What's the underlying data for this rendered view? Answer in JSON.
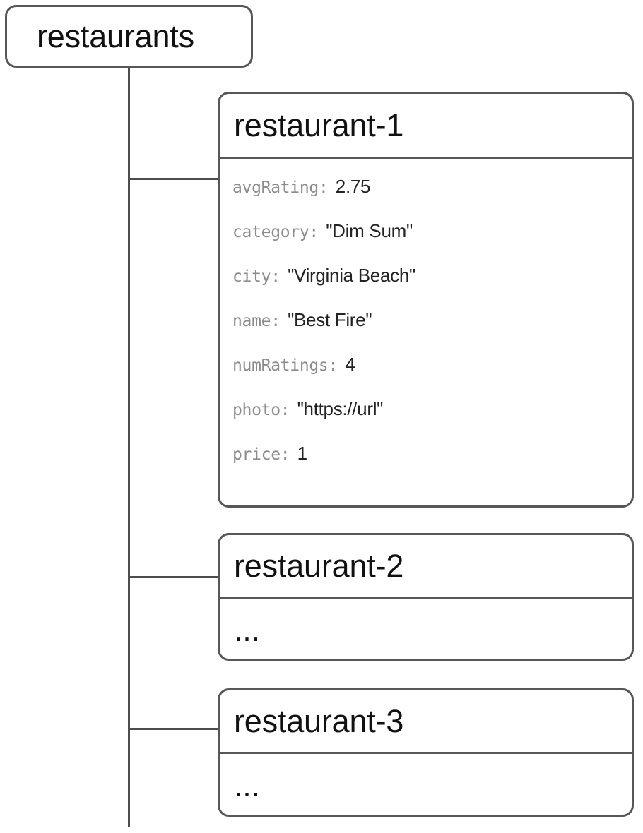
{
  "diagram": {
    "type": "firestore-collection-tree",
    "line_color": "#4d4d4d",
    "border_color": "#575757",
    "key_color": "#8c8c8c",
    "value_color": "#232323",
    "title_color": "#111111"
  },
  "root": {
    "label": "restaurants"
  },
  "documents": [
    {
      "id": "restaurant-1",
      "fields": [
        {
          "key": "avgRating",
          "colon": ":",
          "value": "2.75"
        },
        {
          "key": "category",
          "colon": ":",
          "value": "\"Dim Sum\""
        },
        {
          "key": "city",
          "colon": ":",
          "value": "\"Virginia Beach\""
        },
        {
          "key": "name",
          "colon": ":",
          "value": "\"Best Fire\""
        },
        {
          "key": "numRatings",
          "colon": ":",
          "value": "4"
        },
        {
          "key": "photo",
          "colon": ":",
          "value": "\"https://url\""
        },
        {
          "key": "price",
          "colon": ":",
          "value": "1"
        }
      ]
    },
    {
      "id": "restaurant-2",
      "placeholder": "..."
    },
    {
      "id": "restaurant-3",
      "placeholder": "..."
    }
  ]
}
